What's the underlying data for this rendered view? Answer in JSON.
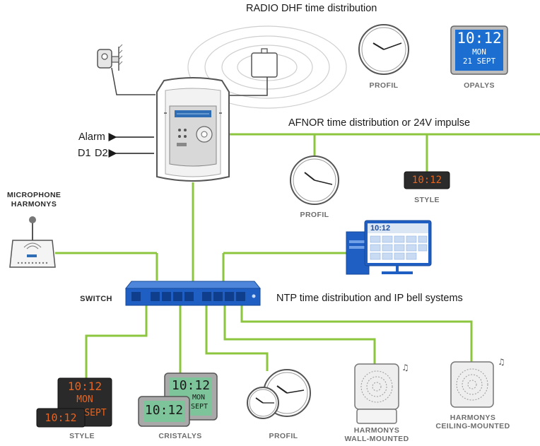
{
  "sections": {
    "radio": "RADIO DHF time distribution",
    "afnor": "AFNOR time distribution or 24V impulse",
    "ntp": "NTP time distribution and IP bell systems"
  },
  "outputs": {
    "alarm": "Alarm",
    "d1": "D1",
    "d2": "D2"
  },
  "devices": {
    "profil": "PROFIL",
    "opalys": "OPALYS",
    "style": "STYLE",
    "cristalys": "CRISTALYS",
    "microphone_line1": "MICROPHONE",
    "microphone_line2": "HARMONYS",
    "switch": "SWITCH",
    "harmonys_wall_line1": "HARMONYS",
    "harmonys_wall_line2": "WALL-MOUNTED",
    "harmonys_ceiling_line1": "HARMONYS",
    "harmonys_ceiling_line2": "CEILING-MOUNTED"
  },
  "displays": {
    "opalys_time": "10:12",
    "opalys_day": "MON",
    "opalys_date": "21 SEPT",
    "style_time": "10:12",
    "style_day": "MON",
    "style_date": "SEPT",
    "style_small_time": "10:12",
    "cristalys_time": "10:12",
    "cristalys_day": "MON",
    "cristalys_date": "SEPT",
    "cristalys_small_time": "10:12",
    "computer_time": "10:12"
  },
  "colors": {
    "green_line": "#8cc63f",
    "switch_blue": "#1f5fc4",
    "led_orange": "#e8631e",
    "lcd_blue": "#1c6fd1",
    "lcd_green": "#7dc49a"
  }
}
